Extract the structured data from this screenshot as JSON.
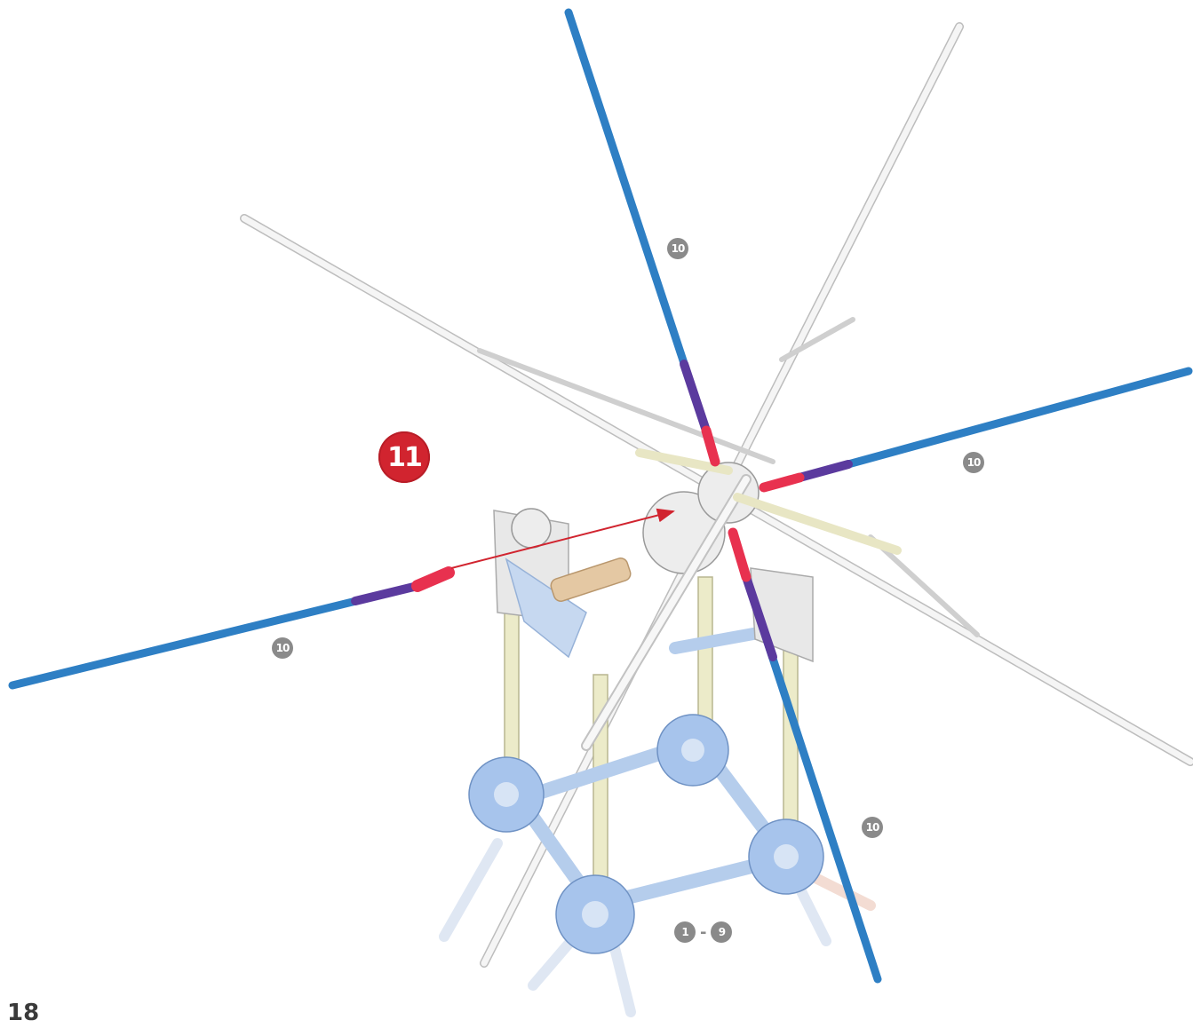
{
  "step": {
    "number": "11",
    "color": "#d1242f"
  },
  "callouts": {
    "rod_top": "10",
    "rod_right": "10",
    "rod_left": "10",
    "rod_bottom": "10"
  },
  "steps_range": {
    "from": "1",
    "separator": "-",
    "to": "9"
  },
  "page_number": "18",
  "colors": {
    "blue_rod": "#2e7fc4",
    "purple_band": "#5b3a9e",
    "red_connector": "#e8314f",
    "connector_blue": "#8fb4e6",
    "white_rod": "#f2f2f2",
    "yellow_rod": "#ebeacb",
    "arrow": "#d1242f"
  }
}
